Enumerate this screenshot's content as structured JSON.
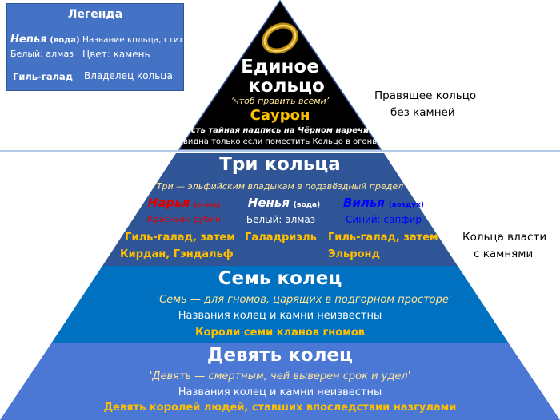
{
  "legend": {
    "title": "Легенда",
    "name": "Нenья",
    "name_real": "Ненья",
    "element": "(вода)",
    "name_desc": "Название кольца, стихия",
    "stone": "Белый: алмаз",
    "stone_desc": "Цвет: камень",
    "owner": "Гиль-галад",
    "owner_desc": "Владелец кольца"
  },
  "one_ring": {
    "title_line1": "Единое",
    "title_line2": "кольцо",
    "quote": "‘чтоб править всеми’",
    "owner": "Саурон",
    "note_line1": "Есть тайная надпись на Чёрном наречии",
    "note_line2": "видна только если поместить Кольцо в огонь",
    "side_label_line1": "Правящее кольцо",
    "side_label_line2": "без камней"
  },
  "three_rings": {
    "title": "Три кольца",
    "quote": "'Три — эльфийским владыкам в подзвёздный предел'",
    "rings": [
      {
        "name": "Нарья",
        "element": "(огонь)",
        "stone": "Красный: рубин",
        "owner_line1": "Гиль-галад, затем",
        "owner_line2": "Кирдан, Гэндальф",
        "color": "#e00000"
      },
      {
        "name": "Ненья",
        "element": "(вода)",
        "stone": "Белый: алмаз",
        "owner_line1": "Галадриэль",
        "owner_line2": "",
        "color": "#ffffff"
      },
      {
        "name": "Вилья",
        "element": "(воздух)",
        "stone": "Синий: сапфир",
        "owner_line1": "Гиль-галад, затем",
        "owner_line2": "Эльронд",
        "color": "#0000ff"
      }
    ],
    "side_label_line1": "Кольца власти",
    "side_label_line2": "с камнями"
  },
  "seven_rings": {
    "title": "Семь колец",
    "quote": "'Семь — для гномов, царящих в подгорном просторе'",
    "note": "Названия колец и камни неизвестны",
    "owner": "Короли семи кланов гномов"
  },
  "nine_rings": {
    "title": "Девять колец",
    "quote": "'Девять — смертным, чей выверен срок и удел'",
    "note": "Названия колец и камни неизвестны",
    "owner": "Девять королей людей, ставших впоследствии назгулами"
  },
  "colors": {
    "top": "#000000",
    "three": "#2f5597",
    "seven": "#0070c0",
    "nine": "#4a78d4",
    "gold": "#ffc000"
  }
}
